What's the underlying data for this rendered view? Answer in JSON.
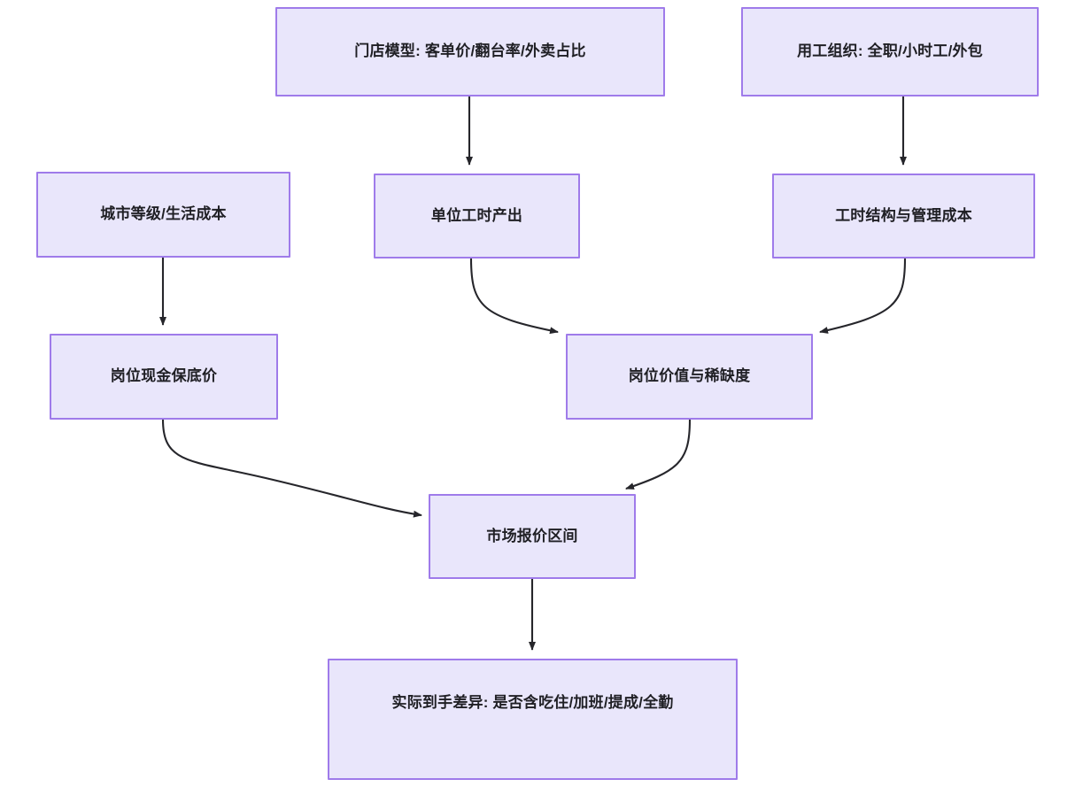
{
  "diagram": {
    "type": "flowchart",
    "direction": "top-down",
    "title": "",
    "theme": {
      "node_fill": "#e9e6fb",
      "node_border": "#9f7bea",
      "node_text": "#1f1f24",
      "edge_color": "#26262b",
      "background": "#ffffff"
    },
    "nodes": [
      {
        "id": "store-model",
        "label": "门店模型: 客单价/翻台率/外卖占比"
      },
      {
        "id": "labor-org",
        "label": "用工组织: 全职/小时工/外包"
      },
      {
        "id": "city-tier",
        "label": "城市等级/生活成本"
      },
      {
        "id": "hour-output",
        "label": "单位工时产出"
      },
      {
        "id": "hour-structure",
        "label": "工时结构与管理成本"
      },
      {
        "id": "cash-floor",
        "label": "岗位现金保底价"
      },
      {
        "id": "role-value",
        "label": "岗位价值与稀缺度"
      },
      {
        "id": "market-range",
        "label": "市场报价区间"
      },
      {
        "id": "takehome",
        "label": "实际到手差异: 是否含吃住/加班/提成/全勤"
      }
    ],
    "edges": [
      {
        "from": "store-model",
        "to": "hour-output",
        "label": "",
        "style": "straight"
      },
      {
        "from": "labor-org",
        "to": "hour-structure",
        "label": "",
        "style": "straight"
      },
      {
        "from": "city-tier",
        "to": "cash-floor",
        "label": "",
        "style": "straight"
      },
      {
        "from": "hour-output",
        "to": "role-value",
        "label": "",
        "style": "curved"
      },
      {
        "from": "hour-structure",
        "to": "role-value",
        "label": "",
        "style": "curved"
      },
      {
        "from": "cash-floor",
        "to": "market-range",
        "label": "",
        "style": "curved"
      },
      {
        "from": "role-value",
        "to": "market-range",
        "label": "",
        "style": "curved"
      },
      {
        "from": "market-range",
        "to": "takehome",
        "label": "",
        "style": "straight"
      }
    ]
  }
}
